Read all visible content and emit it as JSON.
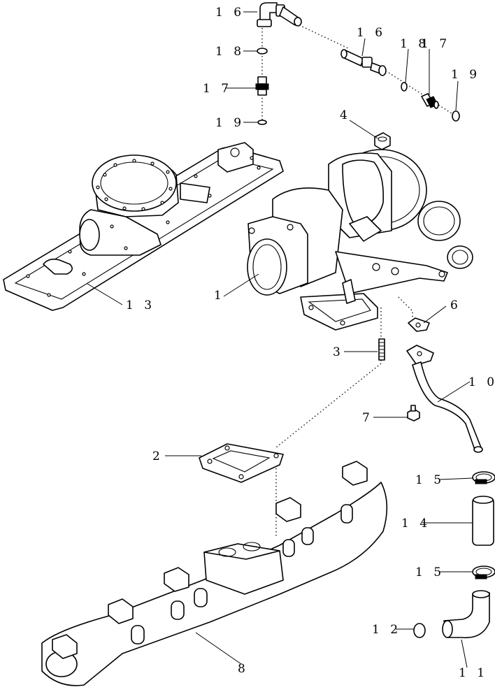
{
  "diagram": {
    "callouts": [
      {
        "id": "c16a",
        "text": "1 6"
      },
      {
        "id": "c18a",
        "text": "1 8"
      },
      {
        "id": "c17a",
        "text": "1 7"
      },
      {
        "id": "c19a",
        "text": "1 9"
      },
      {
        "id": "c16b",
        "text": "1 6"
      },
      {
        "id": "c18b",
        "text": "1 8"
      },
      {
        "id": "c17b",
        "text": "1 7"
      },
      {
        "id": "c19b",
        "text": "1 9"
      },
      {
        "id": "c4",
        "text": "4"
      },
      {
        "id": "c1",
        "text": "1"
      },
      {
        "id": "c13",
        "text": "1 3"
      },
      {
        "id": "c6",
        "text": "6"
      },
      {
        "id": "c3",
        "text": "3"
      },
      {
        "id": "c10",
        "text": "1 0"
      },
      {
        "id": "c7",
        "text": "7"
      },
      {
        "id": "c2",
        "text": "2"
      },
      {
        "id": "c15a",
        "text": "1 5"
      },
      {
        "id": "c14",
        "text": "1 4"
      },
      {
        "id": "c15b",
        "text": "1 5"
      },
      {
        "id": "c12",
        "text": "1 2"
      },
      {
        "id": "c8",
        "text": "8"
      },
      {
        "id": "c11",
        "text": "1 1"
      }
    ]
  }
}
